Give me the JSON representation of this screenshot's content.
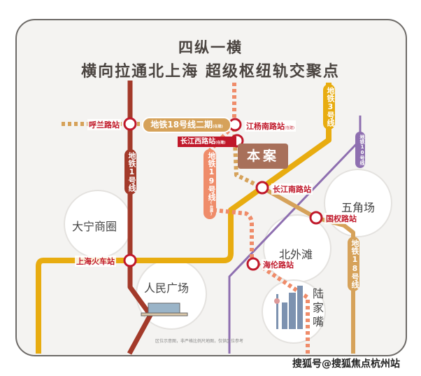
{
  "title": {
    "line1": "四纵一横",
    "line2": "横向拉通北上海  超级枢纽轨交聚点"
  },
  "project_label": "本案",
  "lines": {
    "l1": "地铁1号线",
    "l3": "地铁3号线",
    "l10": "地铁10号线",
    "l18_phase2": "地铁18号线二期",
    "l18_phase2_note": "(在建)",
    "l18": "地铁18号线",
    "l19": "地铁19号线",
    "l19_note": "(在建)"
  },
  "stations": {
    "hulan": "呼兰路站",
    "jiangyangnan": "江杨南路站",
    "jiangyangnan_note": "(在建)",
    "changjiangxi": "长江西路站",
    "changjiangxi_note": "(在建)",
    "changjiangnan": "长江南路站",
    "guoquan": "国权路站",
    "hailun": "海伦路站",
    "shanghai_rail": "上海火车站"
  },
  "areas": {
    "daning": "大宁商圈",
    "renmin": "人民广场",
    "beiwaitan": "北外滩",
    "lujiazui": "陆家嘴",
    "wujiaochang": "五角场"
  },
  "note": "区位示意图，非严格比例尺地图，仅供区位参考",
  "watermark": "搜狐号@搜狐焦点杭州站",
  "colors": {
    "line1": "#a33a2a",
    "line3": "#e8ac10",
    "line10": "#8e6fb0",
    "line18": "#d6a25a",
    "line19": "#ef8c6a",
    "station": "#c0182a"
  }
}
